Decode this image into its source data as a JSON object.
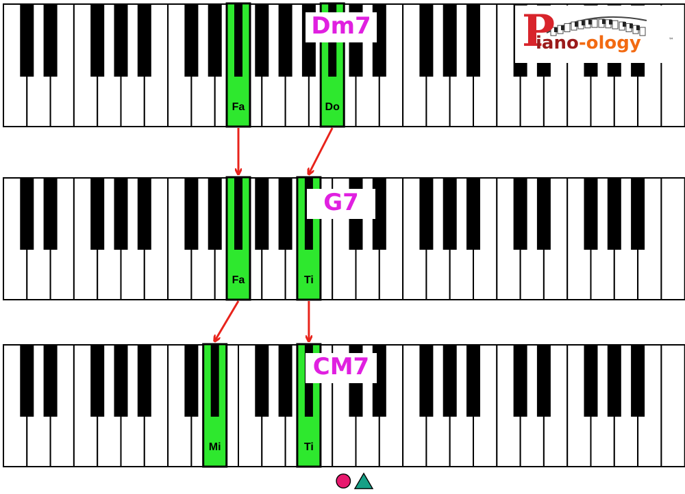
{
  "keyboards": [
    {
      "chord": "Dm7",
      "highlighted": [
        {
          "note": "Fa",
          "key_type": "black",
          "white_after": 10
        },
        {
          "note": "Do",
          "key_type": "black",
          "white_after": 14
        }
      ]
    },
    {
      "chord": "G7",
      "highlighted": [
        {
          "note": "Fa",
          "key_type": "black",
          "white_after": 10
        },
        {
          "note": "Ti",
          "key_type": "black",
          "white_after": 13
        }
      ]
    },
    {
      "chord": "CM7",
      "highlighted": [
        {
          "note": "Mi",
          "key_type": "black",
          "white_after": 9
        },
        {
          "note": "Ti",
          "key_type": "black",
          "white_after": 13
        }
      ]
    }
  ],
  "arrows": [
    {
      "from": "Dm7.Fa",
      "to": "G7.Fa"
    },
    {
      "from": "Dm7.Do",
      "to": "G7.Ti"
    },
    {
      "from": "G7.Fa",
      "to": "CM7.Mi"
    },
    {
      "from": "G7.Ti",
      "to": "CM7.Ti"
    }
  ],
  "logo": {
    "text_main": "iano",
    "text_dash": "-ology",
    "tm": "™"
  },
  "legend": [
    {
      "shape": "circle",
      "color": "#e8196e"
    },
    {
      "shape": "triangle",
      "color": "#16a086"
    }
  ],
  "colors": {
    "highlight": "#2ee82e",
    "arrow": "#e8231b",
    "chord_text": "#e020e0",
    "black_key": "#000000",
    "white_key": "#ffffff"
  }
}
